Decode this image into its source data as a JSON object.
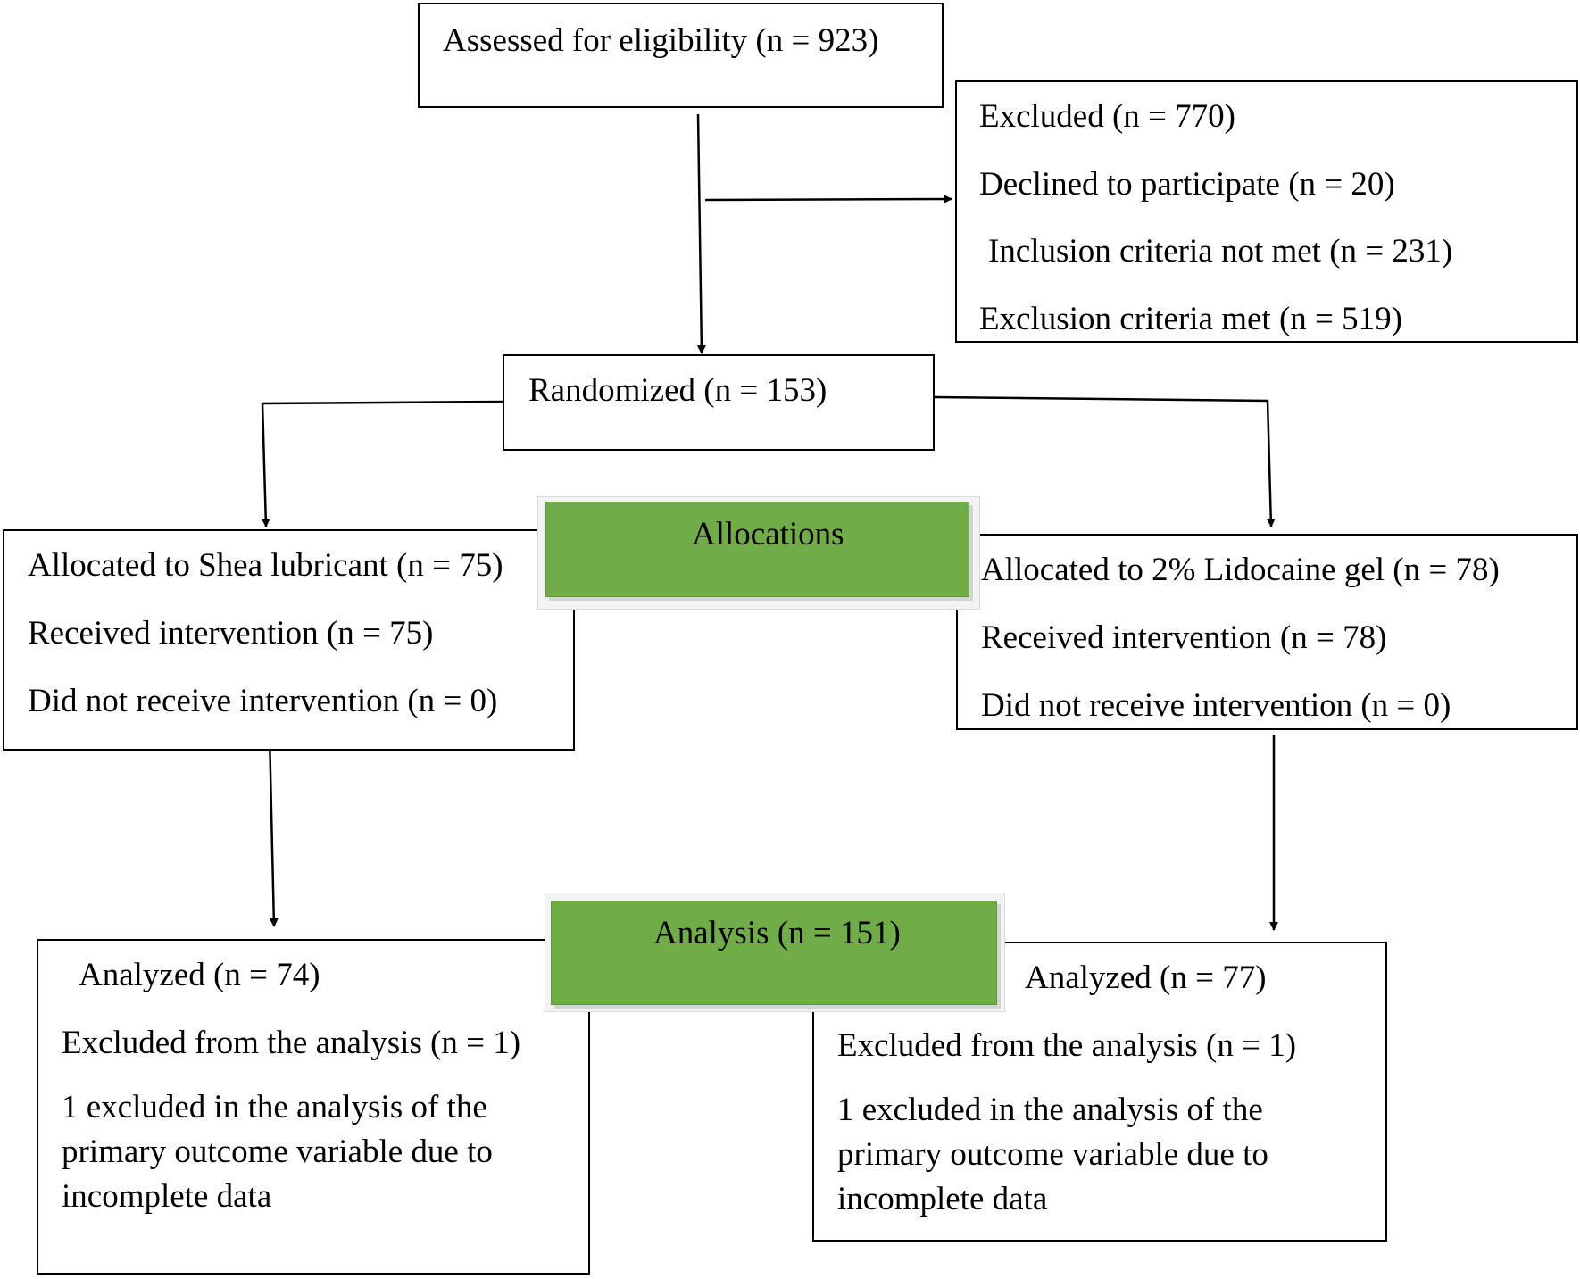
{
  "eligibility": {
    "text": "Assessed for eligibility (n = 923)"
  },
  "excluded": {
    "title": "Excluded (n = 770)",
    "declined": "Declined to participate (n = 20)",
    "inclusion": "Inclusion criteria not met (n = 231)",
    "exclusion": "Exclusion criteria met (n = 519)"
  },
  "randomized": {
    "text": "Randomized (n = 153)"
  },
  "allocations": {
    "label": "Allocations"
  },
  "shea": {
    "allocated": "Allocated to Shea lubricant (n = 75)",
    "received": "Received intervention (n = 75)",
    "not_received": "Did not receive intervention (n = 0)"
  },
  "lidocaine": {
    "allocated": "Allocated to 2% Lidocaine gel (n = 78)",
    "received": "Received intervention (n = 78)",
    "not_received": "Did not receive intervention (n = 0)"
  },
  "analysis": {
    "label": "Analysis (n = 151)"
  },
  "analyzed_left": {
    "analyzed": "Analyzed (n = 74)",
    "excluded": "Excluded from the analysis (n = 1)",
    "note": "1 excluded in the analysis of the primary outcome variable due to incomplete data"
  },
  "analyzed_right": {
    "analyzed": "Analyzed (n = 77)",
    "excluded": "Excluded from the analysis (n = 1)",
    "note": "1 excluded in the analysis of the primary outcome variable due to incomplete data"
  }
}
